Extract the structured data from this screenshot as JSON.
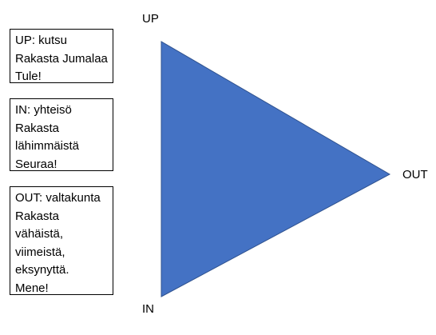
{
  "diagram": {
    "labels": {
      "up": "UP",
      "in": "IN",
      "out": "OUT"
    },
    "boxes": {
      "up": {
        "lines": [
          "UP: kutsu",
          "Rakasta Jumalaa",
          "Tule!"
        ]
      },
      "in": {
        "lines": [
          "IN: yhteisö",
          "Rakasta",
          "lähimmäistä",
          "Seuraa!"
        ]
      },
      "out": {
        "lines": [
          "OUT: valtakunta",
          "Rakasta",
          "vähäistä,",
          "viimeistä,",
          "eksynyttä.",
          "Mene!"
        ]
      }
    },
    "colors": {
      "triangle_fill": "#4472C4",
      "triangle_stroke": "#2F528F",
      "box_border": "#000000",
      "text": "#000000"
    }
  }
}
